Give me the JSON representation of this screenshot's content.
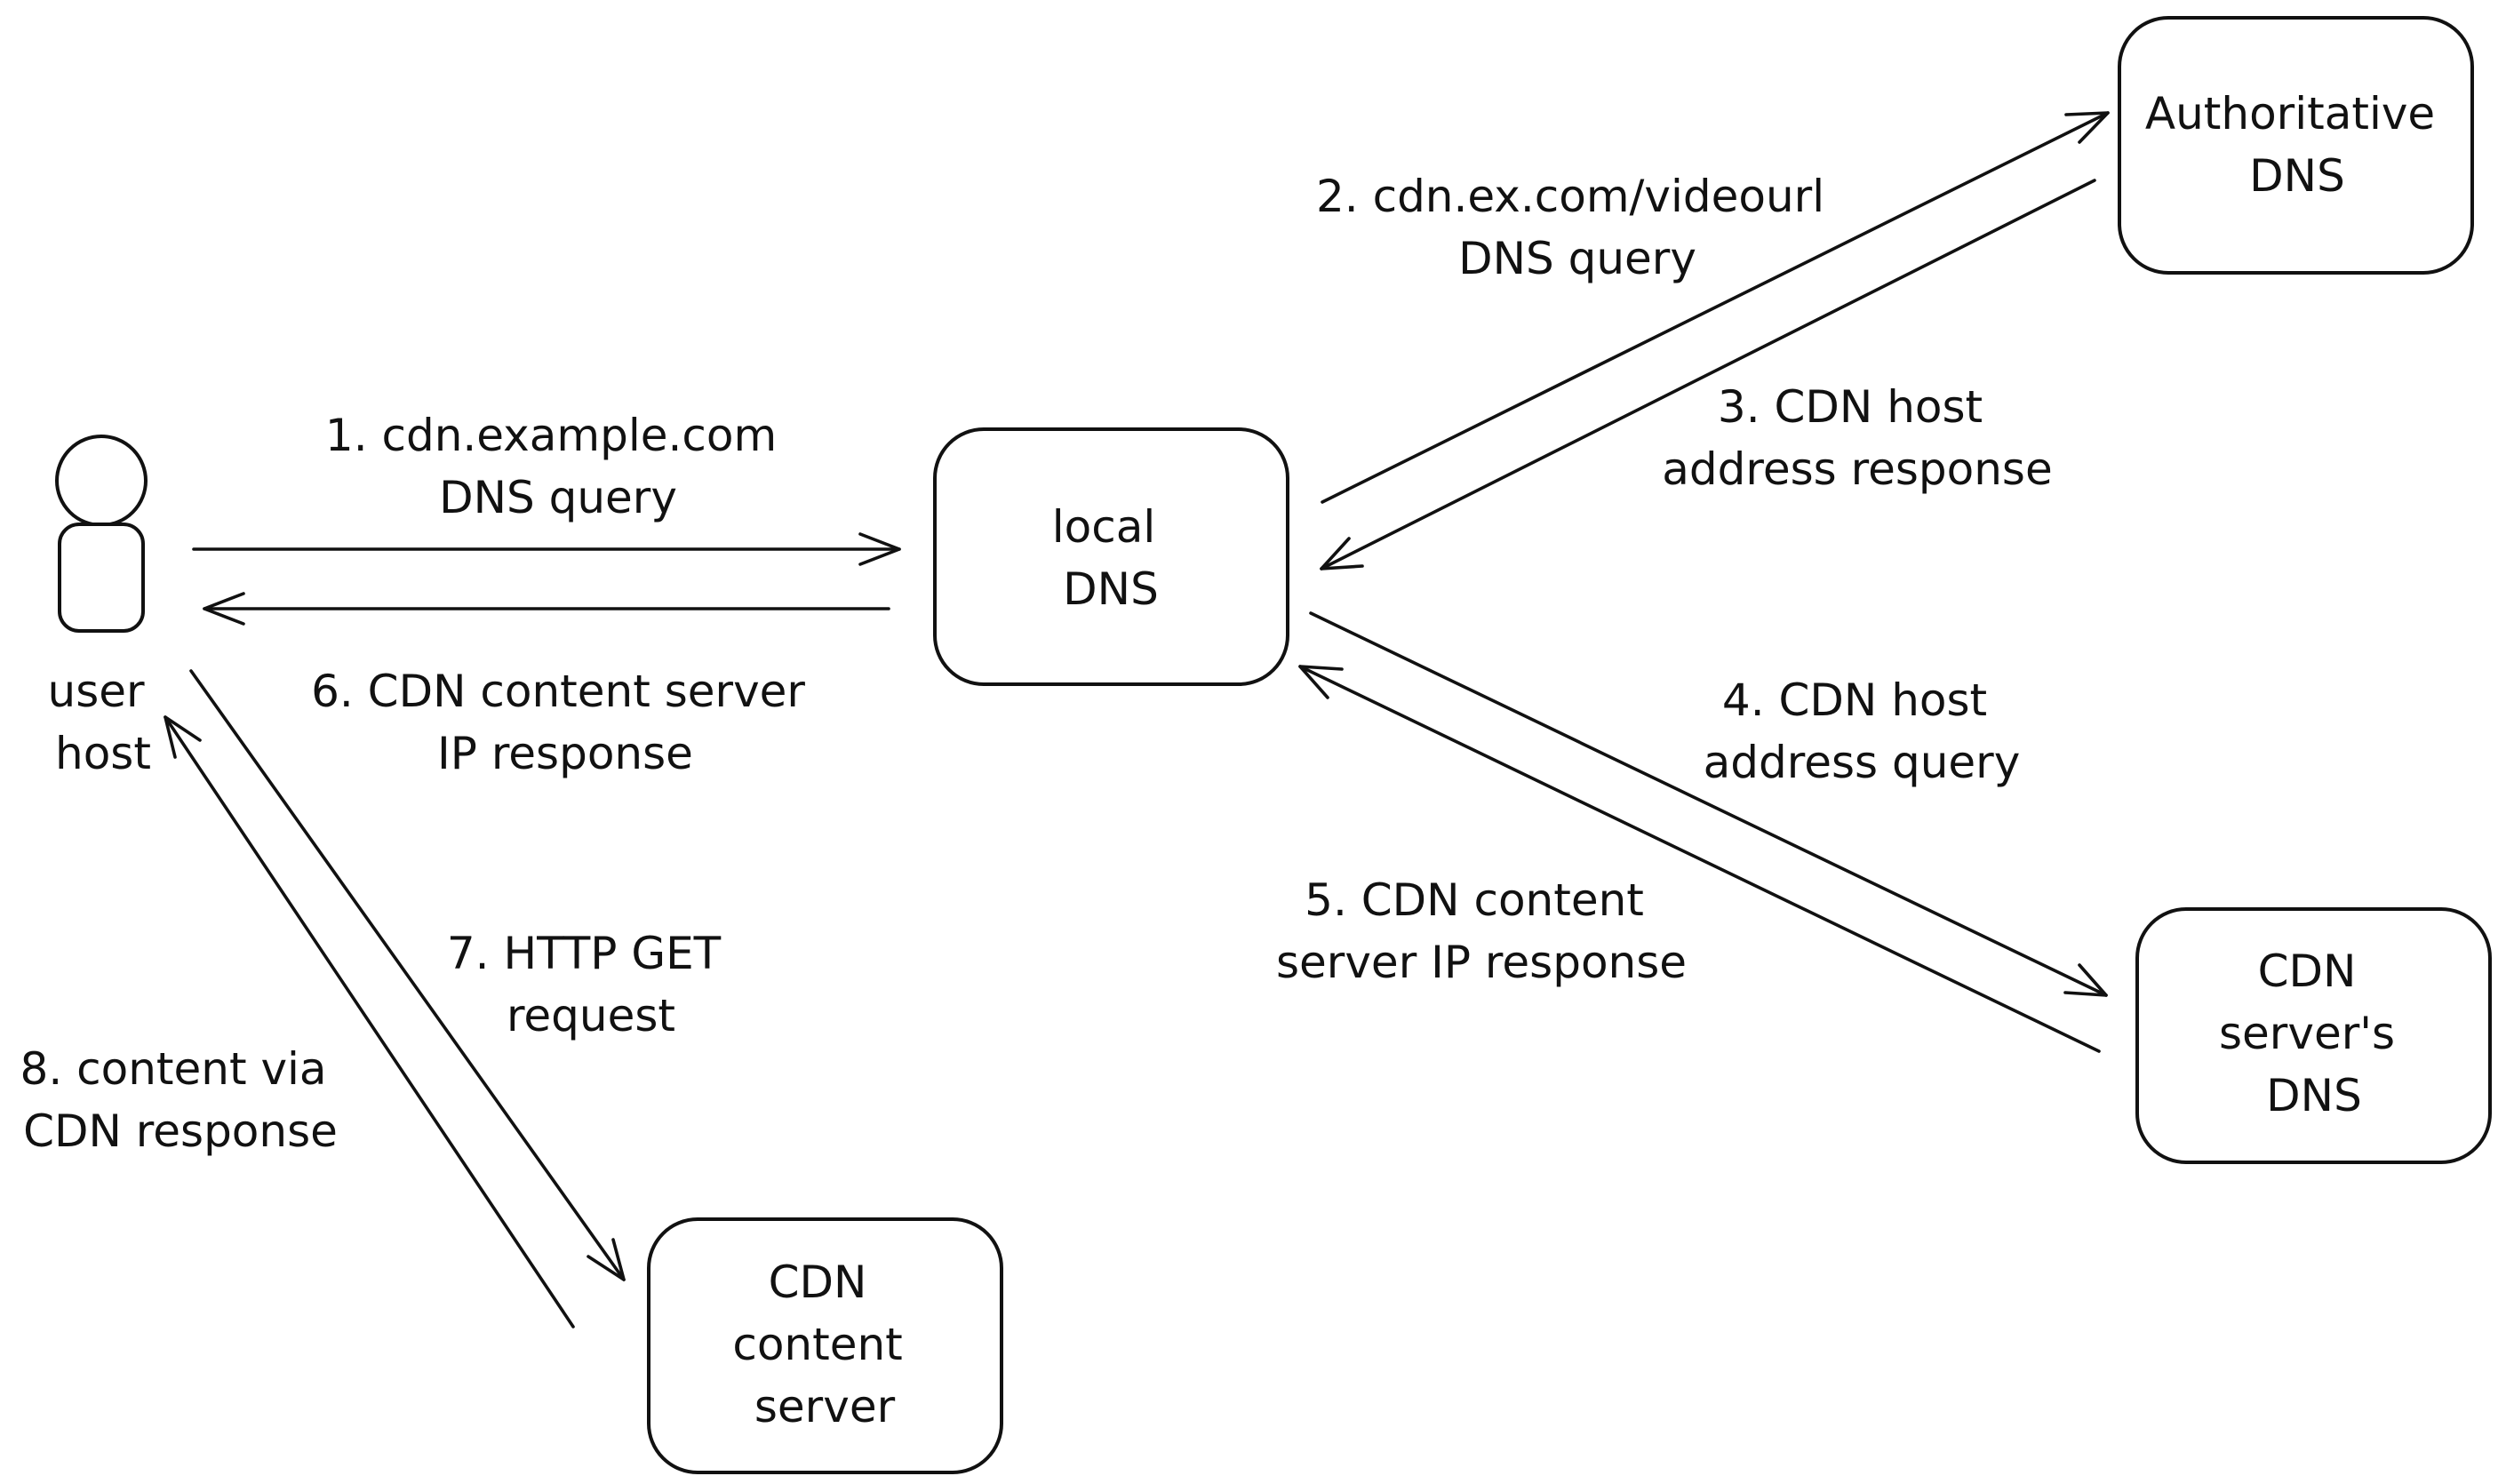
{
  "nodes": {
    "user_host": [
      "user",
      "host"
    ],
    "local_dns": [
      "local",
      "DNS"
    ],
    "authoritative_dns": [
      "Authoritative",
      "DNS"
    ],
    "cdn_servers_dns": [
      "CDN",
      "server's",
      "DNS"
    ],
    "cdn_content_server": [
      "CDN",
      "content",
      "server"
    ]
  },
  "steps": {
    "s1": [
      "1. cdn.example.com",
      "DNS query"
    ],
    "s2": [
      "2. cdn.ex.com/videourl",
      "DNS query"
    ],
    "s3": [
      "3. CDN host",
      "address response"
    ],
    "s4": [
      "4. CDN host",
      "address query"
    ],
    "s5": [
      "5. CDN content",
      "server IP response"
    ],
    "s6": [
      "6. CDN content server",
      "IP response"
    ],
    "s7": [
      "7. HTTP GET",
      "request"
    ],
    "s8": [
      "8. content via",
      "CDN response"
    ]
  }
}
